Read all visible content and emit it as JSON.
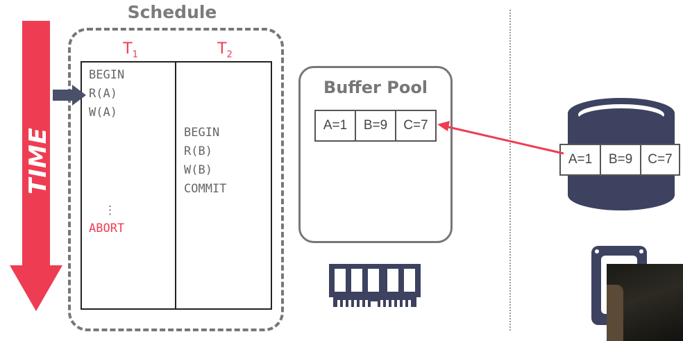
{
  "schedule": {
    "title": "Schedule",
    "t1_label": "T",
    "t1_sub": "1",
    "t2_label": "T",
    "t2_sub": "2",
    "t1_ops": [
      "BEGIN",
      "R(A)",
      "W(A)"
    ],
    "t1_dots": "⋮",
    "t1_abort": "ABORT",
    "t2_ops": [
      "BEGIN",
      "R(B)",
      "W(B)",
      "COMMIT"
    ]
  },
  "time_label": "TIME",
  "buffer_pool": {
    "title": "Buffer Pool",
    "cells": [
      "A=1",
      "B=9",
      "C=7"
    ]
  },
  "disk": {
    "cells": [
      "A=1",
      "B=9",
      "C=7"
    ]
  },
  "colors": {
    "accent_red": "#ee3d52",
    "pointer": "#4a4f6a",
    "gray": "#7b7b7b"
  }
}
